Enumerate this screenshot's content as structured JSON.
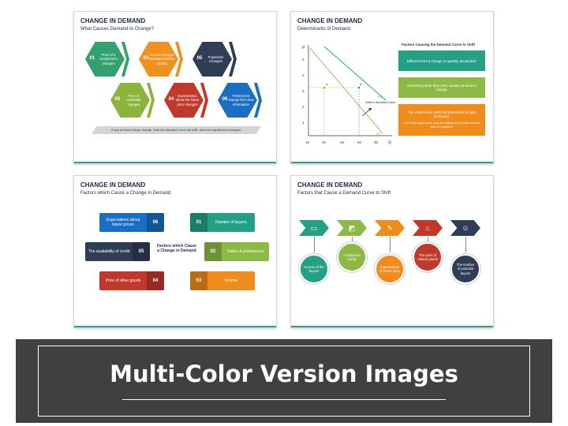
{
  "banner": {
    "title": "Multi-Color Version Images"
  },
  "slides": [
    {
      "title": "CHANGE IN DEMAND",
      "subtitle": "What Causes Demand to Change?",
      "hexes": [
        {
          "num": "01",
          "text": "Price of a complement changes",
          "color": "#33a06f"
        },
        {
          "num": "03",
          "text": "Income changes (Normal & inferior goods)",
          "color": "#f0901e"
        },
        {
          "num": "05",
          "text": "Population Changes",
          "color": "#2f3e55"
        },
        {
          "num": "02",
          "text": "Price of substitute changes",
          "color": "#8cb43c"
        },
        {
          "num": "04",
          "text": "Expectations about the future price changes",
          "color": "#c0392b"
        },
        {
          "num": "06",
          "text": "Preferences change from new information",
          "color": "#1b6fc2"
        }
      ],
      "note": "If any of these things change, then the demand curve will shift, and new equilibrium emerges."
    },
    {
      "title": "CHANGE IN DEMAND",
      "subtitle": "Determinants of Demand",
      "chart": {
        "y_axis_letter": "P",
        "x_axis_letter": "Q",
        "yticks": [
          "5",
          "4",
          "3",
          "2",
          "1"
        ],
        "xticks": [
          "10",
          "20",
          "40",
          "60",
          "80",
          "50"
        ],
        "point_a": "a",
        "point_b": "a'",
        "curve_d1": "D1",
        "curve_d0": "D0",
        "shift_label": "Shift in Demand Curve"
      },
      "panel_title": "Factors Causing the Demand Curve to Shift",
      "boxes": [
        {
          "text": "Different from a change in quantity demanded.",
          "color": "#24a085"
        },
        {
          "text": "Something other than price causes demand to change.",
          "color": "#8dba45"
        },
        {
          "text": "The whole curve shifts left (decrease) or right (increase).",
          "bullet": "• At every single price, you are willing to purchase more or less of a product.",
          "color": "#f08c1c"
        }
      ]
    },
    {
      "title": "CHANGE IN DEMAND",
      "subtitle": "Factors which Cause a Change in Demand",
      "center": "Factors which Cause a Change in Demand",
      "left": [
        {
          "text": "Expectations about future prices",
          "num": "06",
          "color": "#1a6ec3"
        },
        {
          "text": "The availability of credit",
          "num": "05",
          "color": "#2f3e55"
        },
        {
          "text": "Price of other goods",
          "num": "04",
          "color": "#c0392b"
        }
      ],
      "right": [
        {
          "num": "01",
          "text": "Number of buyers",
          "color": "#24a085"
        },
        {
          "num": "02",
          "text": "Tastes & preferences",
          "color": "#8dba45"
        },
        {
          "num": "03",
          "text": "Income",
          "color": "#f08c1c"
        }
      ]
    },
    {
      "title": "CHANGE IN DEMAND",
      "subtitle": "Factors that Cause a Demand Curve to Shift",
      "items": [
        {
          "icon": "money-icon",
          "glyph": "▭",
          "text": "Income of the buyers",
          "color": "#24a085"
        },
        {
          "icon": "trend-chart-icon",
          "glyph": "◩",
          "text": "Consumers trends",
          "color": "#8dba45"
        },
        {
          "icon": "price-tag-icon",
          "glyph": "✎",
          "text": "Expectations of future price",
          "color": "#f08c1c"
        },
        {
          "icon": "store-icon",
          "glyph": "⌂",
          "text": "The price of related goods",
          "color": "#c0392b"
        },
        {
          "icon": "people-icon",
          "glyph": "☺",
          "text": "The number of potential buyers",
          "color": "#2f3e55"
        }
      ]
    }
  ]
}
